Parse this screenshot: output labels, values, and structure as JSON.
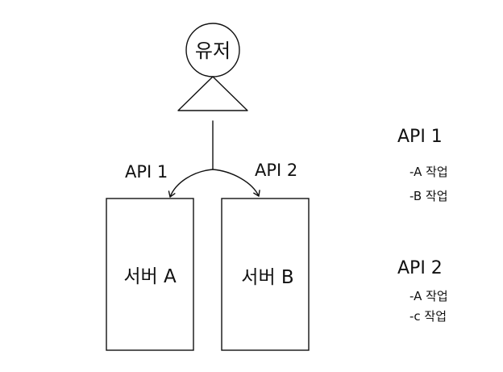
{
  "user": {
    "label": "유저"
  },
  "arrows": {
    "left_label": "API 1",
    "right_label": "API 2"
  },
  "servers": [
    {
      "label": "서버 A"
    },
    {
      "label": "서버 B"
    }
  ],
  "notes": [
    {
      "title": "API 1",
      "items": [
        "-A 작업",
        "-B 작업"
      ]
    },
    {
      "title": "API 2",
      "items": [
        "-A 작업",
        "-c 작업"
      ]
    }
  ],
  "colors": {
    "line": "#111111",
    "background": "#ffffff"
  }
}
